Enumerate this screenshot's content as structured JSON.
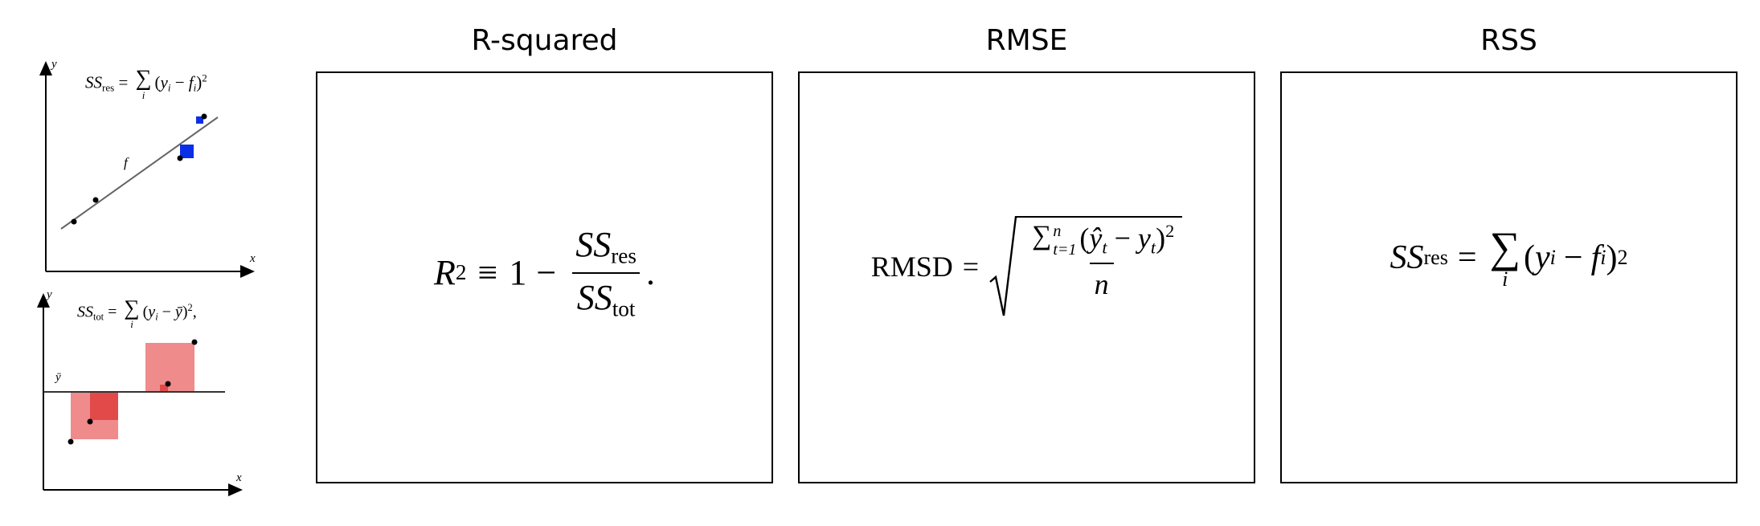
{
  "headings": {
    "r_squared": "R-squared",
    "rmse": "RMSE",
    "rss": "RSS"
  },
  "formulas": {
    "r_squared": {
      "lhs": "R",
      "lhs_sup": "2",
      "equiv": "≡",
      "one": "1",
      "minus": "−",
      "num_main": "SS",
      "num_sub": "res",
      "den_main": "SS",
      "den_sub": "tot",
      "trailing": "."
    },
    "rmse": {
      "lhs": "RMSD",
      "equals": "=",
      "sum": "∑",
      "sum_lower": "t=1",
      "sum_upper": "n",
      "yhat": "ŷ",
      "t": "t",
      "minus": "−",
      "y": "y",
      "power": "2",
      "den": "n",
      "open_paren": "(",
      "close_paren": ")"
    },
    "rss": {
      "lhs_main": "SS",
      "lhs_sub": "res",
      "equals": "=",
      "sum": "∑",
      "sum_lower": "i",
      "y": "y",
      "i": "i",
      "minus": "−",
      "f": "f",
      "power": "2",
      "open_paren": "(",
      "close_paren": ")"
    }
  },
  "diagram_top": {
    "axis_y": "y",
    "axis_x": "x",
    "line_label": "f",
    "eq_main": "SS",
    "eq_sub": "res",
    "equals": "=",
    "sum": "∑",
    "sum_lower": "i",
    "y": "y",
    "i": "i",
    "minus": "−",
    "f": "f",
    "power": "2",
    "open_paren": "(",
    "close_paren": ")",
    "square_color": "#0b2fe6"
  },
  "diagram_bottom": {
    "axis_y": "y",
    "axis_x": "x",
    "mean_label": "ȳ",
    "eq_main": "SS",
    "eq_sub": "tot",
    "equals": "=",
    "sum": "∑",
    "sum_lower": "i",
    "y": "y",
    "i": "i",
    "minus": "−",
    "ybar": "ȳ",
    "power": "2",
    "trailing": ",",
    "open_paren": "(",
    "close_paren": ")",
    "square_light_color": "#ef8b8b",
    "square_dark_color": "#e24a4a"
  }
}
